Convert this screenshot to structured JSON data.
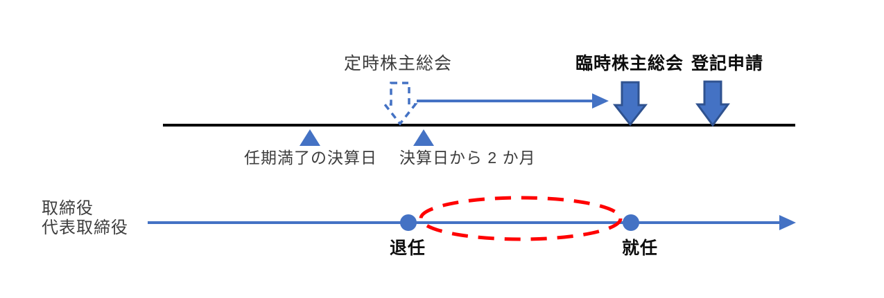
{
  "diagram": {
    "title_semantic": "director-term-expiration-timeline",
    "top_timeline": {
      "annual_meeting_label": "定時株主総会",
      "extraordinary_meeting_label": "臨時株主総会",
      "registration_label": "登記申請",
      "term_end_fiscal_label": "任期満了の決算日",
      "two_months_label": "決算日から 2 か月"
    },
    "bottom_timeline": {
      "role_line1": "取締役",
      "role_line2": "代表取締役",
      "resign_label": "退任",
      "appoint_label": "就任"
    },
    "colors": {
      "accent_blue": "#4472C4",
      "accent_blue_dark": "#2F528F",
      "gap_red": "#FF0000",
      "timeline_black": "#000000"
    },
    "markers": {
      "dashed_hollow_arrow": "annual-meeting-date-marker",
      "solid_arrow_1": "extraordinary-meeting-date-marker",
      "solid_arrow_2": "registration-date-marker",
      "triangle_1": "term-end-fiscal-date-pointer",
      "triangle_2": "two-months-after-pointer",
      "red_ellipse": "vacancy-gap-highlight"
    }
  }
}
